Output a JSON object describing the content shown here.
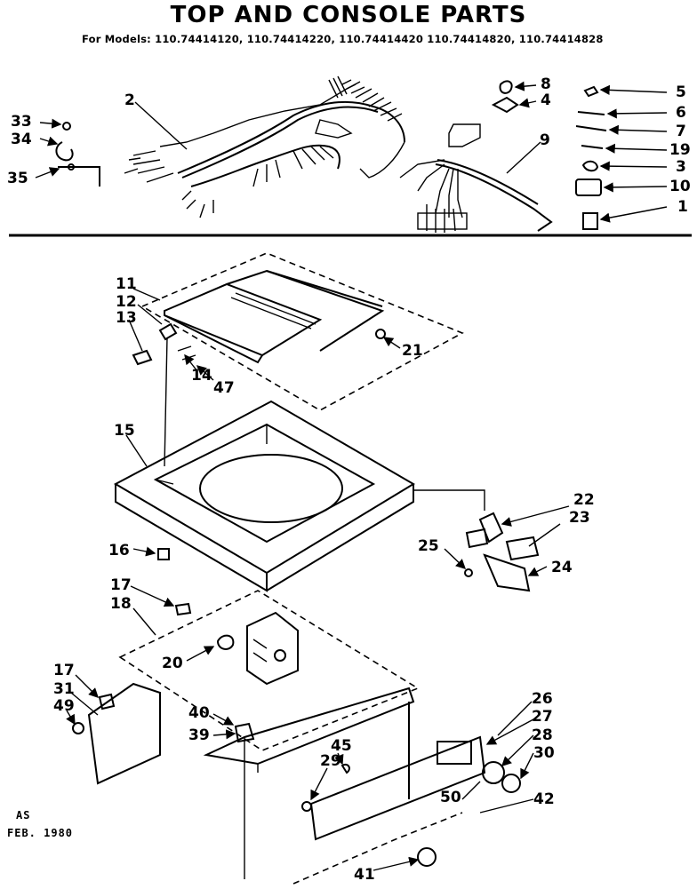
{
  "title": "TOP AND CONSOLE PARTS",
  "models_line": "For Models: 110.74414120, 110.74414220, 110.74414420 110.74414820, 110.74414828",
  "stamp": {
    "line1": "AS",
    "line2": "FEB. 1980"
  },
  "part_labels": {
    "p1": "1",
    "p2": "2",
    "p3": "3",
    "p4": "4",
    "p5": "5",
    "p6": "6",
    "p7": "7",
    "p8": "8",
    "p9": "9",
    "p10": "10",
    "p11": "11",
    "p12": "12",
    "p13": "13",
    "p14": "14",
    "p15": "15",
    "p16": "16",
    "p17a": "17",
    "p17b": "17",
    "p18": "18",
    "p19": "19",
    "p20": "20",
    "p21": "21",
    "p22": "22",
    "p23": "23",
    "p24": "24",
    "p25": "25",
    "p26": "26",
    "p27": "27",
    "p28": "28",
    "p29": "29",
    "p30": "30",
    "p31": "31",
    "p33": "33",
    "p34": "34",
    "p35": "35",
    "p39": "39",
    "p40": "40",
    "p41": "41",
    "p42": "42",
    "p45": "45",
    "p47": "47",
    "p49": "49",
    "p50": "50"
  }
}
